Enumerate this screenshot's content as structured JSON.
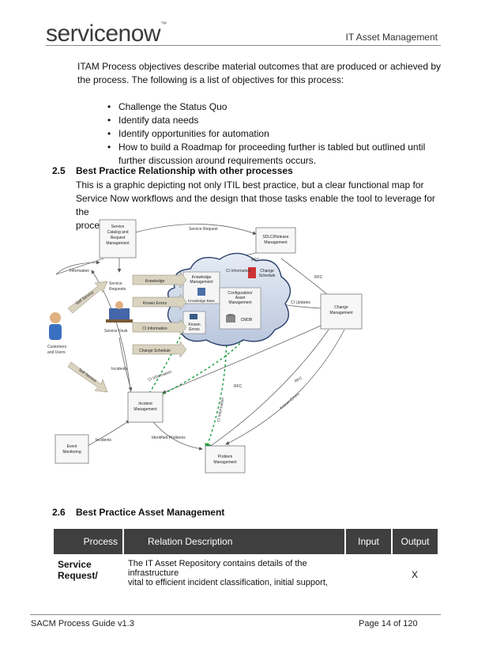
{
  "header": {
    "logo_text": "servicenow",
    "logo_tm": "™",
    "title": "IT Asset Management"
  },
  "intro": {
    "line1": "ITAM Process objectives describe material outcomes that are produced or achieved by",
    "line2": "the process. The following is a list of objectives for this process:"
  },
  "objectives": [
    "Challenge the Status Quo",
    "Identify data needs",
    "Identify opportunities for automation",
    "How to build a Roadmap for proceeding further is tabled but outlined until",
    "further discussion around requirements occurs."
  ],
  "section_2_5": {
    "number": "2.5",
    "title": "Best Practice Relationship with other processes",
    "line1": "This is a graphic depicting not only ITIL best practice, but a clear functional map for",
    "line2": "Service Now workflows and the design that those tasks enable the tool to leverage for the",
    "line3": "processes."
  },
  "diagram": {
    "boxes": {
      "service_catalog": [
        "Service",
        "Catalog and",
        "Request",
        "Management"
      ],
      "sdlc": [
        "SDLC/Release",
        "Management"
      ],
      "change": [
        "Change",
        "Management"
      ],
      "incident": [
        "Incident",
        "Management"
      ],
      "event": [
        "Event",
        "Monitoring"
      ],
      "problem": [
        "Problem",
        "Management"
      ]
    },
    "cloud": {
      "knowledge": [
        "Knowledge",
        "Management"
      ],
      "knowledge_base": "Knowledge Base",
      "change_schedule": [
        "Change",
        "Schedule"
      ],
      "config": [
        "Configuration/",
        "Asset",
        "Management"
      ],
      "known_errors": [
        "Known",
        "Errors"
      ],
      "cmdb": "CMDB"
    },
    "arrows": [
      "Knowledge",
      "Known Errors",
      "CI Information",
      "Change Schedule"
    ],
    "labels": {
      "service_request": "Service Request",
      "information": "Information",
      "service_requests": [
        "Service",
        "Requests"
      ],
      "service_desk": "Service Desk",
      "customers": [
        "Customers",
        "and Users"
      ],
      "self_service_top": "Self Service",
      "self_service_bottom": "Self Service",
      "incidents_mid": "Incidents",
      "incidents_low": "Incidents",
      "rfc_top": "RFC",
      "rfc_right": "RFC",
      "rfc_mid": "RFC",
      "rfc_low": "RFC",
      "ci_info_top": "CI Information",
      "ci_updates": "CI Updates",
      "ci_info_left": "CI Information",
      "ci_info_mid": "CI Information",
      "known_errors_low": "Known Errors",
      "identified_problems": "Identified Problems"
    }
  },
  "section_2_6": {
    "number": "2.6",
    "title": "Best Practice Asset Management"
  },
  "table": {
    "headers": [
      "Process",
      "Relation Description",
      "Input",
      "Output"
    ],
    "rows": [
      {
        "process_line1": "Service",
        "process_line2": "Request/",
        "desc_line1": "The IT Asset Repository contains details of the infrastructure",
        "desc_line2": "vital to efficient incident classification, initial support,",
        "input": "",
        "output": "X"
      }
    ]
  },
  "footer": {
    "left": "SACM Process Guide v1.3",
    "right": "Page 14 of 120"
  }
}
